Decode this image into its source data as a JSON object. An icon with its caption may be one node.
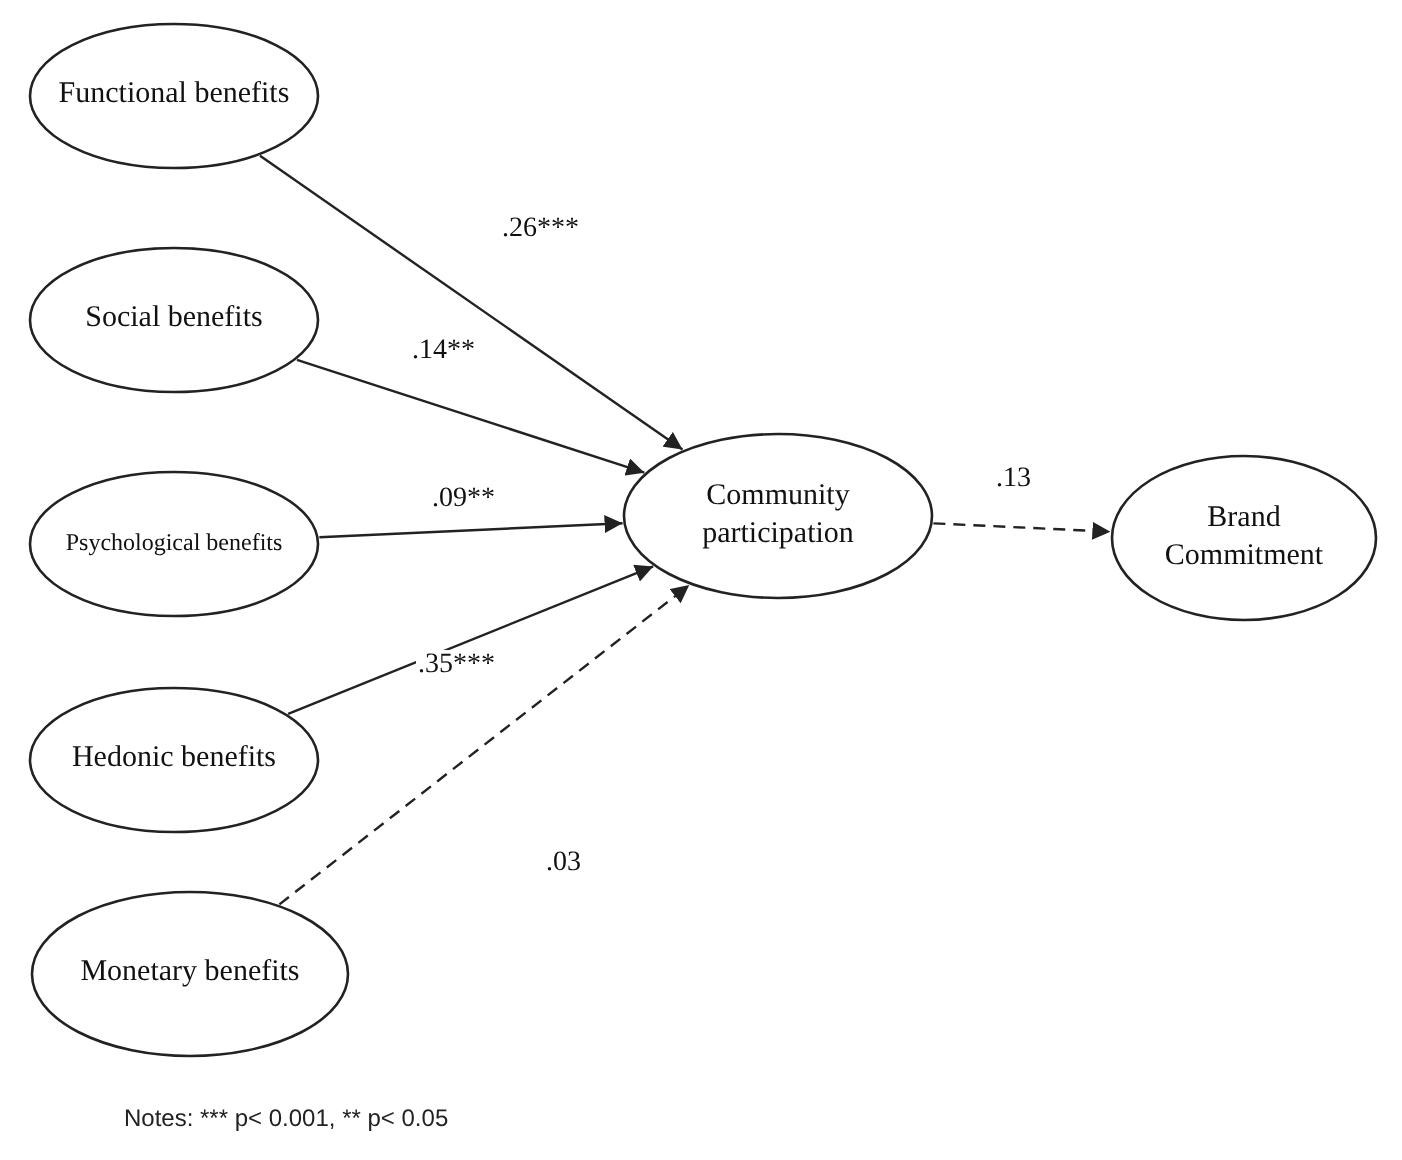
{
  "diagram": {
    "nodes": [
      {
        "text": [
          "Functional benefits"
        ]
      },
      {
        "text": [
          "Social benefits"
        ]
      },
      {
        "text": [
          "Psychological benefits"
        ]
      },
      {
        "text": [
          "Hedonic benefits"
        ]
      },
      {
        "text": [
          "Monetary benefits"
        ]
      },
      {
        "text": [
          "Community participation"
        ]
      },
      {
        "text": [
          "Brand Commitment"
        ]
      }
    ],
    "edges": [
      {
        "from": 0,
        "to": 5,
        "arrow": "to",
        "label": ".26***"
      },
      {
        "from": 1,
        "to": 5,
        "arrow": "to",
        "label": ".14**"
      },
      {
        "from": 2,
        "to": 5,
        "arrow": "to",
        "label": ".09**"
      },
      {
        "from": 3,
        "to": 5,
        "arrow": "to",
        "label": ".35***"
      },
      {
        "from": 4,
        "to": 5,
        "arrow": "to",
        "label": ".03",
        "style": "dashed"
      },
      {
        "from": 5,
        "to": 6,
        "arrow": "to",
        "label": ".13",
        "style": "dashed"
      }
    ],
    "labels": [
      "Notes: *** p< 0.001, ** p< 0.05"
    ]
  }
}
